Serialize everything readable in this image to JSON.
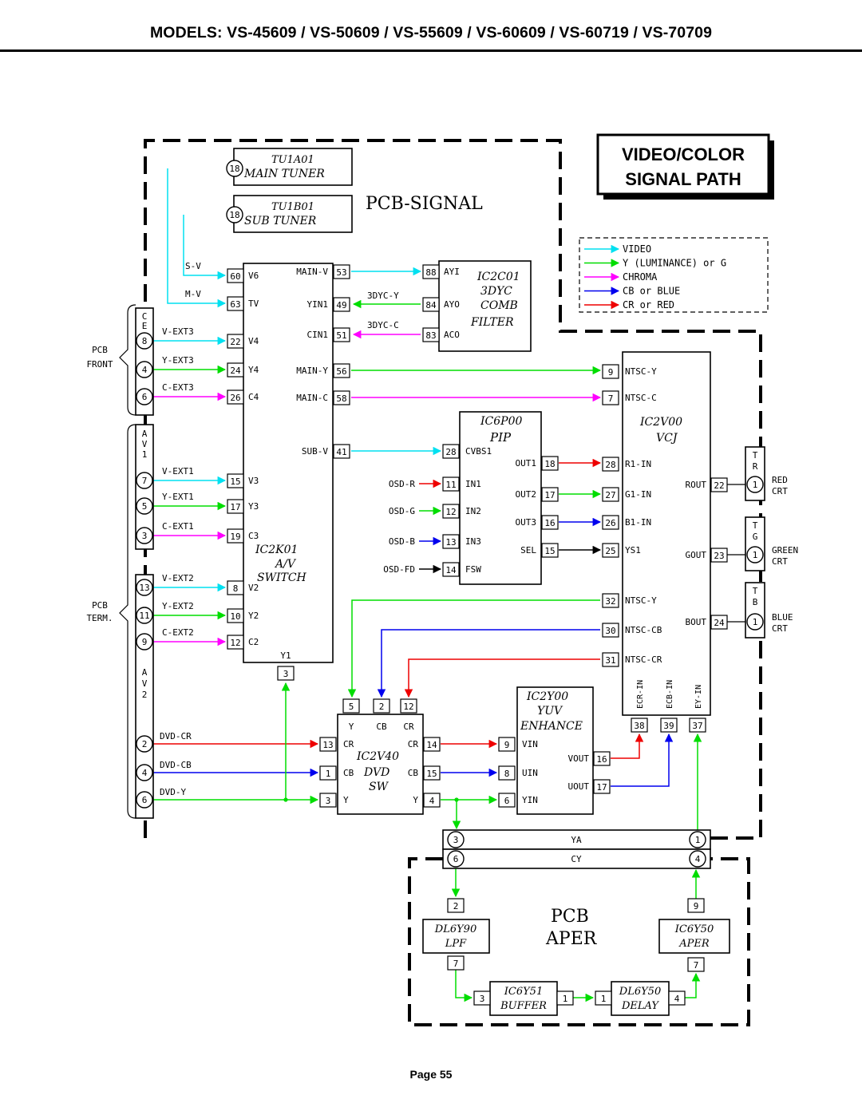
{
  "header": {
    "title": "MODELS: VS-45609 / VS-50609 / VS-55609 / VS-60609 / VS-60719 / VS-70709"
  },
  "badge": {
    "line1": "VIDEO/COLOR",
    "line2": "SIGNAL PATH"
  },
  "footer": {
    "page": "Page 55"
  },
  "colors": {
    "video": "#00e0f0",
    "luma": "#00dd00",
    "chroma": "#ff00ff",
    "blue": "#0000ee",
    "red": "#ee0000",
    "ink": "#000000"
  },
  "legend": [
    {
      "label": "VIDEO",
      "color": "video"
    },
    {
      "label": "Y (LUMINANCE) or G",
      "color": "luma"
    },
    {
      "label": "CHROMA",
      "color": "chroma"
    },
    {
      "label": "CB or BLUE",
      "color": "blue"
    },
    {
      "label": "CR or RED",
      "color": "red"
    }
  ],
  "boards": {
    "signal": "PCB-SIGNAL",
    "aper1": "PCB",
    "aper2": "APER"
  },
  "tuners": [
    {
      "pin": "18",
      "ref": "TU1A01",
      "name": "MAIN TUNER"
    },
    {
      "pin": "18",
      "ref": "TU1B01",
      "name": "SUB TUNER"
    }
  ],
  "side_labels": {
    "front": [
      "PCB",
      "FRONT"
    ],
    "term": [
      "PCB",
      "TERM."
    ]
  },
  "jacks": {
    "ce": [
      "C",
      "E"
    ],
    "av1": [
      "A",
      "V",
      "1"
    ],
    "av2": [
      "A",
      "V",
      "2"
    ],
    "front_pins": [
      "8",
      "4",
      "6"
    ],
    "av1_pins": [
      "7",
      "5",
      "3"
    ],
    "av2_pins": [
      "13",
      "11",
      "9"
    ],
    "av2_dvd_pins": [
      "2",
      "4",
      "6"
    ]
  },
  "ics": {
    "ic2k01": {
      "ref": "IC2K01",
      "l1": "A/V",
      "l2": "SWITCH",
      "in_pins": [
        {
          "sig": "S-V",
          "pin": "60",
          "name": "V6"
        },
        {
          "sig": "M-V",
          "pin": "63",
          "name": "TV"
        },
        {
          "sig": "V-EXT3",
          "pin": "22",
          "name": "V4"
        },
        {
          "sig": "Y-EXT3",
          "pin": "24",
          "name": "Y4"
        },
        {
          "sig": "C-EXT3",
          "pin": "26",
          "name": "C4"
        },
        {
          "sig": "V-EXT1",
          "pin": "15",
          "name": "V3"
        },
        {
          "sig": "Y-EXT1",
          "pin": "17",
          "name": "Y3"
        },
        {
          "sig": "C-EXT1",
          "pin": "19",
          "name": "C3"
        },
        {
          "sig": "V-EXT2",
          "pin": "8",
          "name": "V2"
        },
        {
          "sig": "Y-EXT2",
          "pin": "10",
          "name": "Y2"
        },
        {
          "sig": "C-EXT2",
          "pin": "12",
          "name": "C2"
        }
      ],
      "out_pins": [
        {
          "name": "MAIN-V",
          "pin": "53"
        },
        {
          "name": "YIN1",
          "pin": "49"
        },
        {
          "name": "CIN1",
          "pin": "51"
        },
        {
          "name": "MAIN-Y",
          "pin": "56"
        },
        {
          "name": "MAIN-C",
          "pin": "58"
        },
        {
          "name": "SUB-V",
          "pin": "41"
        }
      ],
      "bottom": {
        "name": "Y1",
        "pin": "3"
      }
    },
    "ic2c01": {
      "ref": "IC2C01",
      "l1": "3DYC",
      "l2": "COMB",
      "l3": "FILTER",
      "pins": [
        {
          "pin": "88",
          "name": "AYI"
        },
        {
          "pin": "84",
          "name": "AYO"
        },
        {
          "pin": "83",
          "name": "ACO"
        }
      ],
      "sig_y": "3DYC-Y",
      "sig_c": "3DYC-C"
    },
    "ic6p00": {
      "ref": "IC6P00",
      "l1": "PIP",
      "in_pins": [
        {
          "sig": "",
          "pin": "28",
          "name": "CVBS1"
        },
        {
          "sig": "OSD-R",
          "pin": "11",
          "name": "IN1"
        },
        {
          "sig": "OSD-G",
          "pin": "12",
          "name": "IN2"
        },
        {
          "sig": "OSD-B",
          "pin": "13",
          "name": "IN3"
        },
        {
          "sig": "OSD-FD",
          "pin": "14",
          "name": "FSW"
        }
      ],
      "out_pins": [
        {
          "name": "OUT1",
          "pin": "18"
        },
        {
          "name": "OUT2",
          "pin": "17"
        },
        {
          "name": "OUT3",
          "pin": "16"
        },
        {
          "name": "SEL",
          "pin": "15"
        }
      ]
    },
    "ic2v00": {
      "ref": "IC2V00",
      "l1": "VCJ",
      "in_pins": [
        {
          "pin": "9",
          "name": "NTSC-Y"
        },
        {
          "pin": "7",
          "name": "NTSC-C"
        },
        {
          "pin": "28",
          "name": "R1-IN"
        },
        {
          "pin": "27",
          "name": "G1-IN"
        },
        {
          "pin": "26",
          "name": "B1-IN"
        },
        {
          "pin": "25",
          "name": "YS1"
        },
        {
          "pin": "32",
          "name": "NTSC-Y"
        },
        {
          "pin": "30",
          "name": "NTSC-CB"
        },
        {
          "pin": "31",
          "name": "NTSC-CR"
        }
      ],
      "out_pins": [
        {
          "name": "ROUT",
          "pin": "22"
        },
        {
          "name": "GOUT",
          "pin": "23"
        },
        {
          "name": "BOUT",
          "pin": "24"
        }
      ],
      "bottom": [
        {
          "name": "ECR-IN",
          "pin": "38"
        },
        {
          "name": "ECB-IN",
          "pin": "39"
        },
        {
          "name": "EY-IN",
          "pin": "37"
        }
      ]
    },
    "ic2v40": {
      "ref": "IC2V40",
      "l1": "DVD",
      "l2": "SW",
      "top": [
        {
          "pin": "5",
          "name": "Y"
        },
        {
          "pin": "2",
          "name": "CB"
        },
        {
          "pin": "12",
          "name": "CR"
        }
      ],
      "in_pins": [
        {
          "sig": "DVD-CR",
          "pin": "13",
          "name": "CR"
        },
        {
          "sig": "DVD-CB",
          "pin": "1",
          "name": "CB"
        },
        {
          "sig": "DVD-Y",
          "pin": "3",
          "name": "Y"
        }
      ],
      "out_pins": [
        {
          "name": "CR",
          "pin": "14"
        },
        {
          "name": "CB",
          "pin": "15"
        },
        {
          "name": "Y",
          "pin": "4"
        }
      ]
    },
    "ic2y00": {
      "ref": "IC2Y00",
      "l1": "YUV",
      "l2": "ENHANCE",
      "in_pins": [
        {
          "pin": "9",
          "name": "VIN"
        },
        {
          "pin": "8",
          "name": "UIN"
        },
        {
          "pin": "6",
          "name": "YIN"
        }
      ],
      "out_pins": [
        {
          "name": "VOUT",
          "pin": "16"
        },
        {
          "name": "UOUT",
          "pin": "17"
        }
      ]
    }
  },
  "crt": [
    {
      "t": "T",
      "c": "R",
      "pin": "1",
      "label1": "RED",
      "label2": "CRT",
      "pin_out": "22"
    },
    {
      "t": "T",
      "c": "G",
      "pin": "1",
      "label1": "GREEN",
      "label2": "CRT",
      "pin_out": "23"
    },
    {
      "t": "T",
      "c": "B",
      "pin": "1",
      "label1": "BLUE",
      "label2": "CRT",
      "pin_out": "24"
    }
  ],
  "connector": [
    {
      "l": "3",
      "name": "YA",
      "r": "1"
    },
    {
      "l": "6",
      "name": "CY",
      "r": "4"
    }
  ],
  "aper": {
    "dl6y90": {
      "ref": "DL6Y90",
      "name": "LPF",
      "pin_in": "2",
      "pin_out": "7"
    },
    "ic6y50": {
      "ref": "IC6Y50",
      "name": "APER",
      "pin_in": "7",
      "pin_out": "9"
    },
    "ic6y51": {
      "ref": "IC6Y51",
      "name": "BUFFER",
      "pin_in": "3",
      "pin_out": "1"
    },
    "dl6y50": {
      "ref": "DL6Y50",
      "name": "DELAY",
      "pin_in": "1",
      "pin_out": "4"
    }
  }
}
